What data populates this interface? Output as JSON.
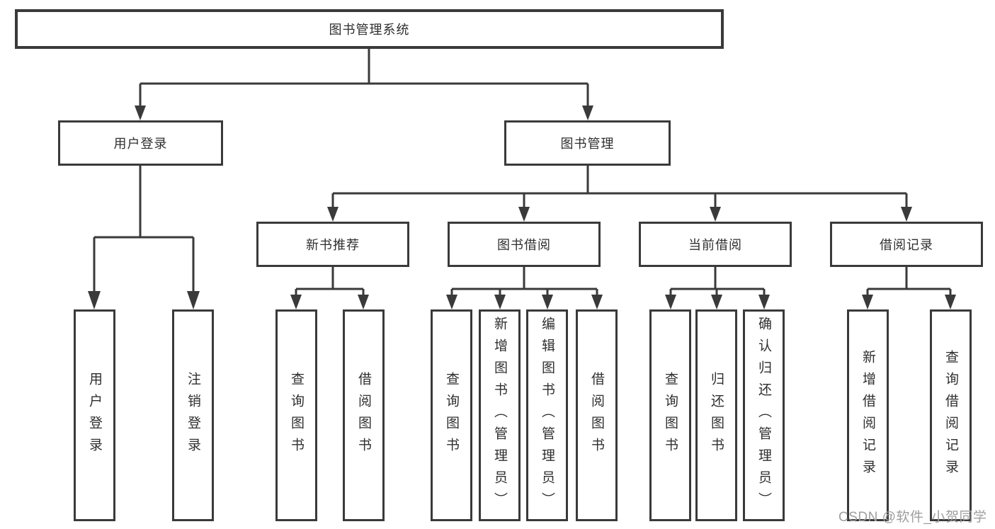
{
  "tree": {
    "label": "图书管理系统",
    "children": [
      {
        "label": "用户登录",
        "children": [
          {
            "label": "用户登录"
          },
          {
            "label": "注销登录"
          }
        ]
      },
      {
        "label": "图书管理",
        "children": [
          {
            "label": "新书推荐",
            "children": [
              {
                "label": "查询图书"
              },
              {
                "label": "借阅图书"
              }
            ]
          },
          {
            "label": "图书借阅",
            "children": [
              {
                "label": "查询图书"
              },
              {
                "label": "新增图书（管理员）"
              },
              {
                "label": "编辑图书（管理员）"
              },
              {
                "label": "借阅图书"
              }
            ]
          },
          {
            "label": "当前借阅",
            "children": [
              {
                "label": "查询图书"
              },
              {
                "label": "归还图书"
              },
              {
                "label": "确认归还（管理员）"
              }
            ]
          },
          {
            "label": "借阅记录",
            "children": [
              {
                "label": "新增借阅记录"
              },
              {
                "label": "查询借阅记录"
              }
            ]
          }
        ]
      }
    ]
  },
  "watermark": "CSDN @软件_小贺同学",
  "colors": {
    "line": "#3a3a3a",
    "text": "#2f2f2f",
    "background": "#ffffff",
    "watermark": "#9e9e9e"
  }
}
